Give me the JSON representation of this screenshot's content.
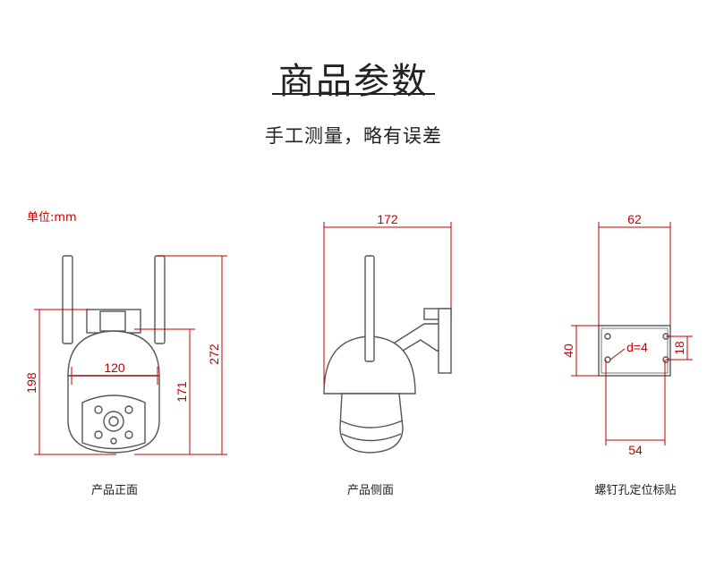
{
  "header": {
    "title": "商品参数",
    "subtitle": "手工测量，略有误差"
  },
  "unit_label": "单位:mm",
  "views": {
    "front": {
      "caption": "产品正面",
      "dim_width": "120",
      "dim_height_body": "171",
      "dim_height_bracket": "198",
      "dim_height_total": "272"
    },
    "side": {
      "caption": "产品侧面",
      "dim_depth": "172"
    },
    "sticker": {
      "caption": "螺钉孔定位标贴",
      "dim_top": "62",
      "dim_bottom": "54",
      "dim_left": "40",
      "dim_right": "18",
      "hole_label": "d=4"
    }
  },
  "colors": {
    "dimension": "#c00000",
    "outline": "#555555"
  }
}
